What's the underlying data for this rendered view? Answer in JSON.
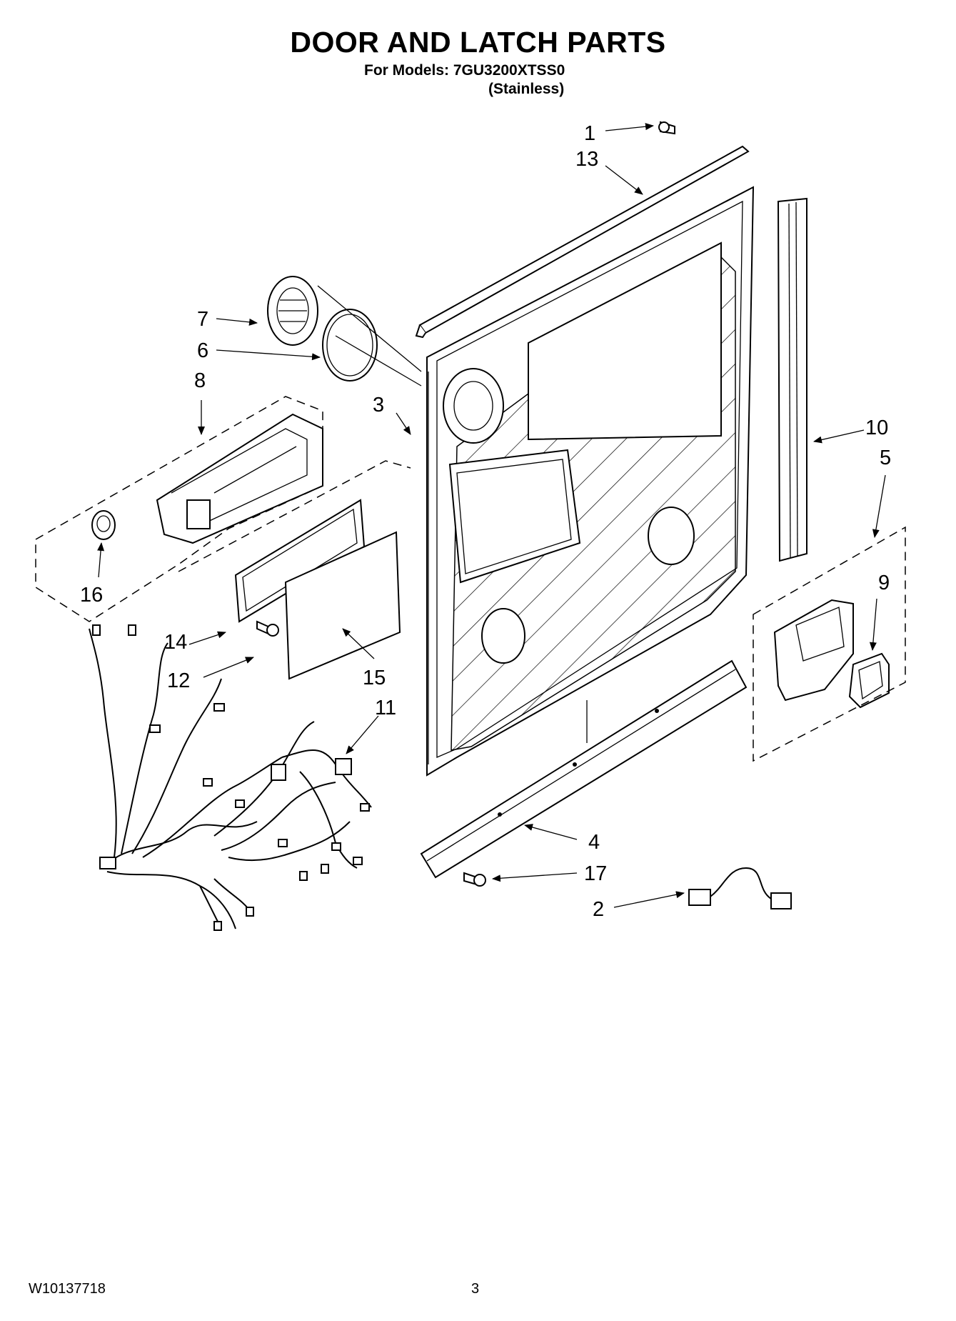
{
  "header": {
    "title": "DOOR AND LATCH PARTS",
    "models_line": "For Models: 7GU3200XTSS0",
    "variant_line": "(Stainless)"
  },
  "callouts": [
    "1",
    "13",
    "7",
    "6",
    "8",
    "3",
    "10",
    "5",
    "16",
    "9",
    "14",
    "12",
    "15",
    "11",
    "4",
    "17",
    "2"
  ],
  "footer": {
    "doc_number": "W10137718",
    "page_number": "3"
  }
}
